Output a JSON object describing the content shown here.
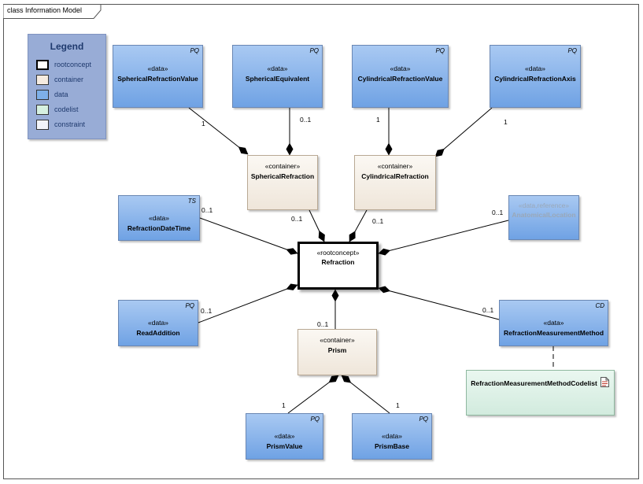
{
  "frame": {
    "title": "class Information Model"
  },
  "legend": {
    "title": "Legend",
    "items": [
      {
        "label": "rootconcept",
        "color": "#ffffff"
      },
      {
        "label": "container",
        "color": "#f5ebe0"
      },
      {
        "label": "data",
        "color": "#7eb0e8"
      },
      {
        "label": "codelist",
        "color": "#d6f0e0"
      },
      {
        "label": "constraint",
        "color": "#f2f4fa"
      }
    ]
  },
  "nodes": {
    "spherical_refraction_value": {
      "stereotype": "«data»",
      "name": "SphericalRefractionValue",
      "tag": "PQ"
    },
    "spherical_equivalent": {
      "stereotype": "«data»",
      "name": "SphericalEquivalent",
      "tag": "PQ"
    },
    "cylindrical_refraction_value": {
      "stereotype": "«data»",
      "name": "CylindricalRefractionValue",
      "tag": "PQ"
    },
    "cylindrical_refraction_axis": {
      "stereotype": "«data»",
      "name": "CylindricalRefractionAxis",
      "tag": "PQ"
    },
    "spherical_refraction": {
      "stereotype": "«container»",
      "name": "SphericalRefraction"
    },
    "cylindrical_refraction": {
      "stereotype": "«container»",
      "name": "CylindricalRefraction"
    },
    "refraction_date_time": {
      "stereotype": "«data»",
      "name": "RefractionDateTime",
      "tag": "TS"
    },
    "anatomical_location": {
      "stereotype": "«data,reference»",
      "name": "AnatomicalLocation"
    },
    "refraction": {
      "stereotype": "«rootconcept»",
      "name": "Refraction"
    },
    "read_addition": {
      "stereotype": "«data»",
      "name": "ReadAddition",
      "tag": "PQ"
    },
    "prism": {
      "stereotype": "«container»",
      "name": "Prism"
    },
    "refraction_measurement_method": {
      "stereotype": "«data»",
      "name": "RefractionMeasurementMethod",
      "tag": "CD"
    },
    "refraction_measurement_method_codelist": {
      "name": "RefractionMeasurementMethodCodelist"
    },
    "prism_value": {
      "stereotype": "«data»",
      "name": "PrismValue",
      "tag": "PQ"
    },
    "prism_base": {
      "stereotype": "«data»",
      "name": "PrismBase",
      "tag": "PQ"
    }
  },
  "multiplicities": {
    "spherical_refraction_value": "1",
    "spherical_equivalent": "0..1",
    "cylindrical_refraction_value": "1",
    "cylindrical_refraction_axis": "1",
    "spherical_refraction": "0..1",
    "cylindrical_refraction": "0..1",
    "refraction_date_time": "0..1",
    "anatomical_location": "0..1",
    "read_addition": "0..1",
    "prism": "0..1",
    "refraction_measurement_method": "0..1",
    "prism_value": "1",
    "prism_base": "1"
  }
}
